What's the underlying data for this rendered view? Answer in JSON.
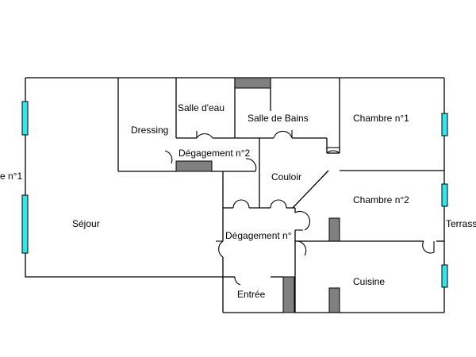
{
  "rooms": {
    "sejour": "Séjour",
    "dressing": "Dressing",
    "salle_eau": "Salle d'eau",
    "salle_bains": "Salle de Bains",
    "chambre1": "Chambre n°1",
    "chambre2": "Chambre n°2",
    "degagement2": "Dégagement n°2",
    "degagement1": "Dégagement n°",
    "couloir": "Couloir",
    "entree": "Entrée",
    "cuisine": "Cuisine",
    "terrasse": "Terrass",
    "cut_left": "e n°1"
  },
  "colors": {
    "window": "#33e6ee",
    "solid_wall": "#808080"
  }
}
